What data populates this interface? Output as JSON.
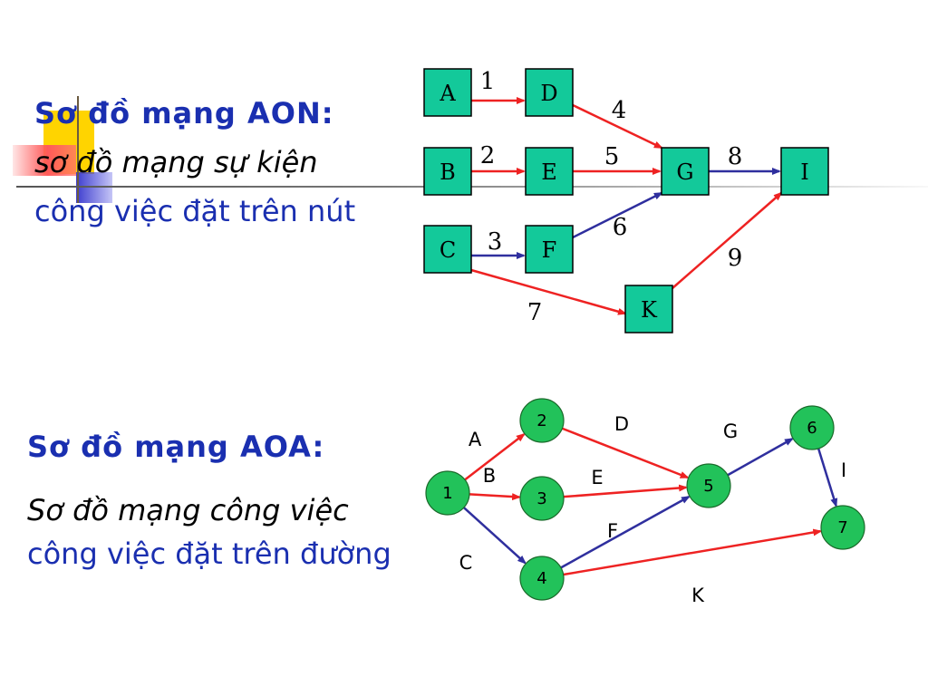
{
  "aon": {
    "title": "Sơ đồ mạng AON:",
    "line1": "sơ đồ mạng sự kiện",
    "line2": "công việc đặt trên nút",
    "nodes": [
      "A",
      "D",
      "B",
      "E",
      "G",
      "I",
      "C",
      "F",
      "K"
    ],
    "edges": [
      {
        "from": "A",
        "to": "D",
        "label": "1",
        "color": "red"
      },
      {
        "from": "B",
        "to": "E",
        "label": "2",
        "color": "red"
      },
      {
        "from": "C",
        "to": "F",
        "label": "3",
        "color": "blue"
      },
      {
        "from": "D",
        "to": "G",
        "label": "4",
        "color": "red"
      },
      {
        "from": "E",
        "to": "G",
        "label": "5",
        "color": "red"
      },
      {
        "from": "F",
        "to": "G",
        "label": "6",
        "color": "blue"
      },
      {
        "from": "C",
        "to": "K",
        "label": "7",
        "color": "red"
      },
      {
        "from": "G",
        "to": "I",
        "label": "8",
        "color": "blue"
      },
      {
        "from": "K",
        "to": "I",
        "label": "9",
        "color": "red"
      }
    ]
  },
  "aoa": {
    "title": "Sơ đồ mạng AOA:",
    "line1": "Sơ đồ mạng công việc",
    "line2": "công việc đặt trên đường",
    "nodes": [
      "1",
      "2",
      "3",
      "4",
      "5",
      "6",
      "7"
    ],
    "edges": [
      {
        "from": "1",
        "to": "2",
        "label": "A",
        "color": "red"
      },
      {
        "from": "1",
        "to": "3",
        "label": "B",
        "color": "red"
      },
      {
        "from": "1",
        "to": "4",
        "label": "C",
        "color": "blue"
      },
      {
        "from": "2",
        "to": "5",
        "label": "D",
        "color": "red"
      },
      {
        "from": "3",
        "to": "5",
        "label": "E",
        "color": "red"
      },
      {
        "from": "4",
        "to": "5",
        "label": "F",
        "color": "blue"
      },
      {
        "from": "5",
        "to": "6",
        "label": "G",
        "color": "blue"
      },
      {
        "from": "6",
        "to": "7",
        "label": "I",
        "color": "blue"
      },
      {
        "from": "4",
        "to": "7",
        "label": "K",
        "color": "red"
      }
    ]
  },
  "colors": {
    "title_text": "#1a2fb0",
    "aon_box": "#13c99a",
    "aoa_node": "#22c25a",
    "edge_red": "#ee2222",
    "edge_blue": "#2f2f9e",
    "deco_yellow": "#ffd400",
    "deco_red": "#ff5a5a",
    "deco_blue": "#3d3dcf"
  }
}
